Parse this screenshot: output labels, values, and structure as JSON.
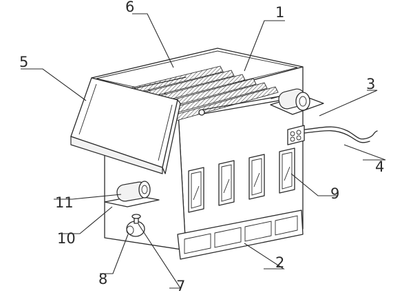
{
  "callouts": {
    "c1": "1",
    "c2": "2",
    "c3": "3",
    "c4": "4",
    "c5": "5",
    "c6": "6",
    "c7": "7",
    "c8": "8",
    "c9": "9",
    "c10": "10",
    "c11": "11"
  }
}
